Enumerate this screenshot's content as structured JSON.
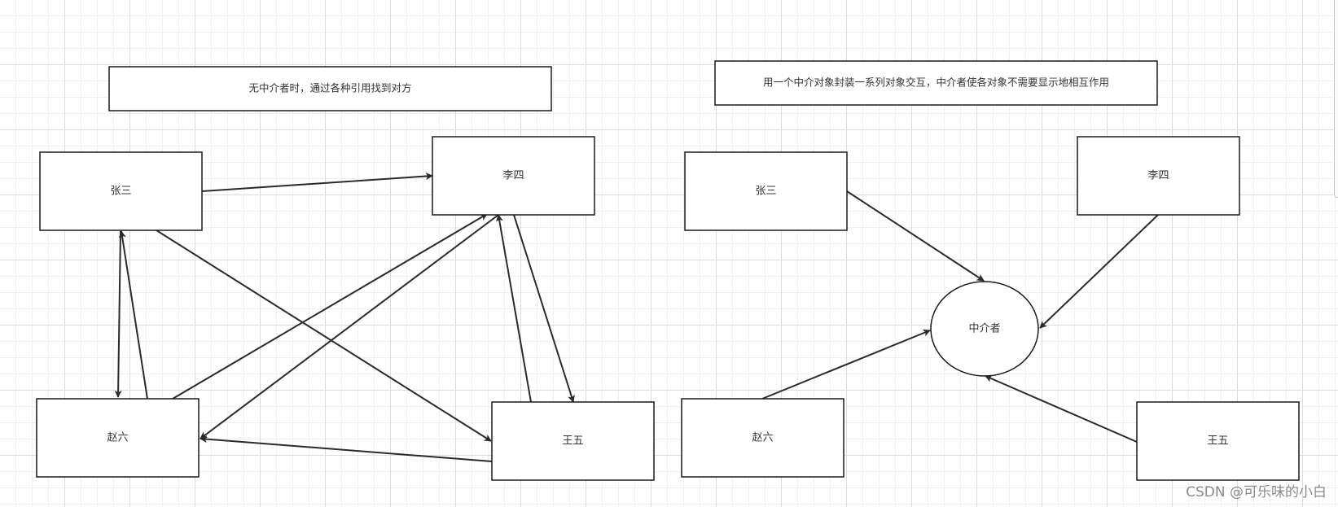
{
  "left": {
    "caption": "无中介者时，通过各种引用找到对方",
    "nodes": {
      "zhangsan": "张三",
      "lisi": "李四",
      "wangwu": "王五",
      "zhaoliu": "赵六"
    }
  },
  "right": {
    "caption": "用一个中介对象封装一系列对象交互，中介者使各对象不需要显示地相互作用",
    "nodes": {
      "zhangsan": "张三",
      "lisi": "李四",
      "wangwu": "王五",
      "zhaoliu": "赵六",
      "mediator": "中介者"
    }
  },
  "watermark": "CSDN @可乐味的小白",
  "colors": {
    "stroke": "#1a1a1a",
    "edge": "#2a2a2a",
    "text": "#333333",
    "grid": "#dcdcdc"
  }
}
